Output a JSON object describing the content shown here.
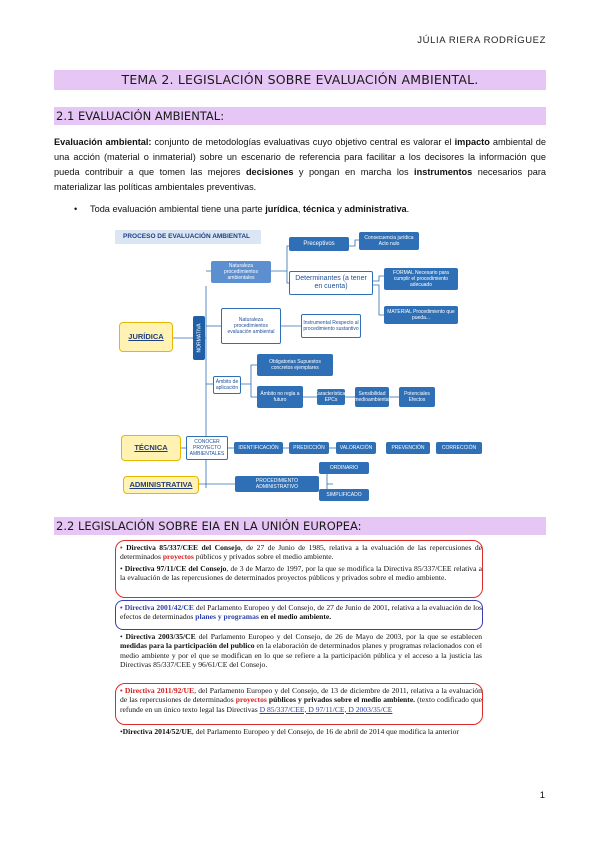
{
  "header": {
    "author": "JÚLIA RIERA RODRÍGUEZ"
  },
  "title": "TEMA 2. LEGISLACIÓN SOBRE EVALUACIÓN AMBIENTAL.",
  "section1": {
    "heading": "2.1 EVALUACIÓN AMBIENTAL:",
    "definition": [
      {
        "t": "Evaluación ambiental:",
        "b": true
      },
      {
        "t": " conjunto de metodologías evaluativas cuyo objetivo central es valorar el ",
        "b": false
      },
      {
        "t": "impacto",
        "b": true
      },
      {
        "t": " ambiental de una acción (material o inmaterial) sobre un escenario de referencia para facilitar a los decisores la información que pueda contribuir a que tomen las mejores ",
        "b": false
      },
      {
        "t": "decisiones",
        "b": true
      },
      {
        "t": " y pongan en marcha los ",
        "b": false
      },
      {
        "t": "instrumentos",
        "b": true
      },
      {
        "t": " necesarios para materializar las políticas ambientales preventivas.",
        "b": false
      }
    ],
    "bullet_symbol": "•",
    "bullet": [
      {
        "t": "Toda evaluación ambiental tiene una parte ",
        "b": false
      },
      {
        "t": "jurídica",
        "b": true
      },
      {
        "t": ", ",
        "b": false
      },
      {
        "t": "técnica",
        "b": true
      },
      {
        "t": " y ",
        "b": false
      },
      {
        "t": "administrativa",
        "b": true
      },
      {
        "t": ".",
        "b": false
      }
    ]
  },
  "diagram": {
    "header": "PROCESO DE EVALUACIÓN AMBIENTAL",
    "juridica": "JURÍDICA",
    "tecnica": "TÉCNICA",
    "administrativa": "ADMINISTRATIVA",
    "normativa": "NORMATIVA",
    "naturaleza_ambientales": "Naturaleza procedimientos ambientales",
    "preceptivos": "Preceptivos",
    "consecuencia": "Consecuencia jurídica Acto nulo",
    "determinantes": "Determinantes (a tener en cuenta)",
    "formal": "FORMAL Necesario para cumplir el procedimiento adecuado",
    "material": "MATERIAL Procedimiento que pueda...",
    "naturaleza_evaluacion": "Naturaleza procedimientos evaluación ambiental",
    "instrumental": "Instrumental Respecto al procedimiento sustantivo",
    "ambito": "Ámbito de aplicación",
    "obligatorias": "Obligatorias Supuestos concretos ejemplares",
    "ambito_otro": "Ámbito no regla a futuro",
    "caracteristicas": "Características EPCs",
    "sensibilidad": "Sensibilidad medioambiental",
    "potenciales": "Potenciales Efectos",
    "conocer": "CONOCER PROYECTO AMBIENTALES",
    "identificacion": "IDENTIFICACIÓN",
    "prediccion": "PREDICCIÓN",
    "valoracion": "VALORACIÓN",
    "prevencion": "PREVENCIÓN",
    "correccion": "CORRECCIÓN",
    "procedimiento": "PROCEDIMIENTO ADMINISTRATIVO",
    "ordinario": "ORDINARIO",
    "simplificado": "SIMPLIFICADO"
  },
  "section2": {
    "heading": "2.2 LEGISLACIÓN SOBRE EIA EN LA UNIÓN EUROPEA:",
    "directives": [
      [
        {
          "t": "• ",
          "s": "red"
        },
        {
          "t": "Directiva 85/337/CEE del Consejo",
          "s": "b"
        },
        {
          "t": ", de 27 de Junio de 1985, relativa a la evaluación de las repercusiones de determinados ",
          "s": ""
        },
        {
          "t": "proyectos",
          "s": "red"
        },
        {
          "t": " públicos y privados sobre el medio ambiente.",
          "s": ""
        }
      ],
      [
        {
          "t": "• ",
          "s": ""
        },
        {
          "t": "Directiva 97/11/CE del Consejo",
          "s": "b"
        },
        {
          "t": ", de 3 de Marzo de 1997, por la que se modifica la Directiva 85/337/CEE relativa a la evaluación de las repercusiones de determinados proyectos públicos y privados sobre el medio ambiente.",
          "s": ""
        }
      ],
      [
        {
          "t": "• ",
          "s": "blue"
        },
        {
          "t": "Directiva 2001/42/CE",
          "s": "blue"
        },
        {
          "t": " del Parlamento Europeo y del Consejo, de 27 de Junio de 2001, relativa a la evaluación de los efectos de determinados ",
          "s": ""
        },
        {
          "t": "planes y programas",
          "s": "blue"
        },
        {
          "t": " en el medio ambiente.",
          "s": "b"
        }
      ],
      [
        {
          "t": "• ",
          "s": ""
        },
        {
          "t": "Directiva 2003/35/CE",
          "s": "b"
        },
        {
          "t": " del Parlamento Europeo y del Consejo, de 26 de Mayo de 2003, por la que se establecen ",
          "s": ""
        },
        {
          "t": "medidas para la participación del publico",
          "s": "b"
        },
        {
          "t": " en la elaboración de determinados planes y programas relacionados con el  medio ambiente y por el que se modifican en lo que se refiere a la participación pública y el acceso a la justicia  las Directivas 85/337/CEE y 96/61/CE del Consejo.",
          "s": ""
        }
      ],
      [
        {
          "t": "• ",
          "s": "red"
        },
        {
          "t": "Directiva 2011/92/UE",
          "s": "red"
        },
        {
          "t": ", del Parlamento Europeo y del Consejo, de 13 de diciembre de 2011, relativa a la evaluación de las repercusiones de determinados ",
          "s": ""
        },
        {
          "t": "proyectos",
          "s": "red"
        },
        {
          "t": " públicos y privados sobre el medio ambiente.",
          "s": "b"
        },
        {
          "t": " (texto codificado que refunde en un único texto legal las Directivas ",
          "s": ""
        },
        {
          "t": "D 85/337/CEE, D 97/11/CE, D 2003/35/CE",
          "s": "link"
        }
      ],
      [
        {
          "t": "•",
          "s": ""
        },
        {
          "t": "Directiva 2014/52/UE",
          "s": "b"
        },
        {
          "t": ", del Parlamento Europeo y del Consejo, de 16 de abril de 2014 que modifica la anterior",
          "s": ""
        }
      ]
    ]
  },
  "footer": {
    "page_number": "1"
  },
  "colors": {
    "band": "#e6c6f4",
    "diagram_blue": "#2f6fb5",
    "red_frame": "#e02a2a",
    "blue_frame": "#3a3fb0"
  }
}
